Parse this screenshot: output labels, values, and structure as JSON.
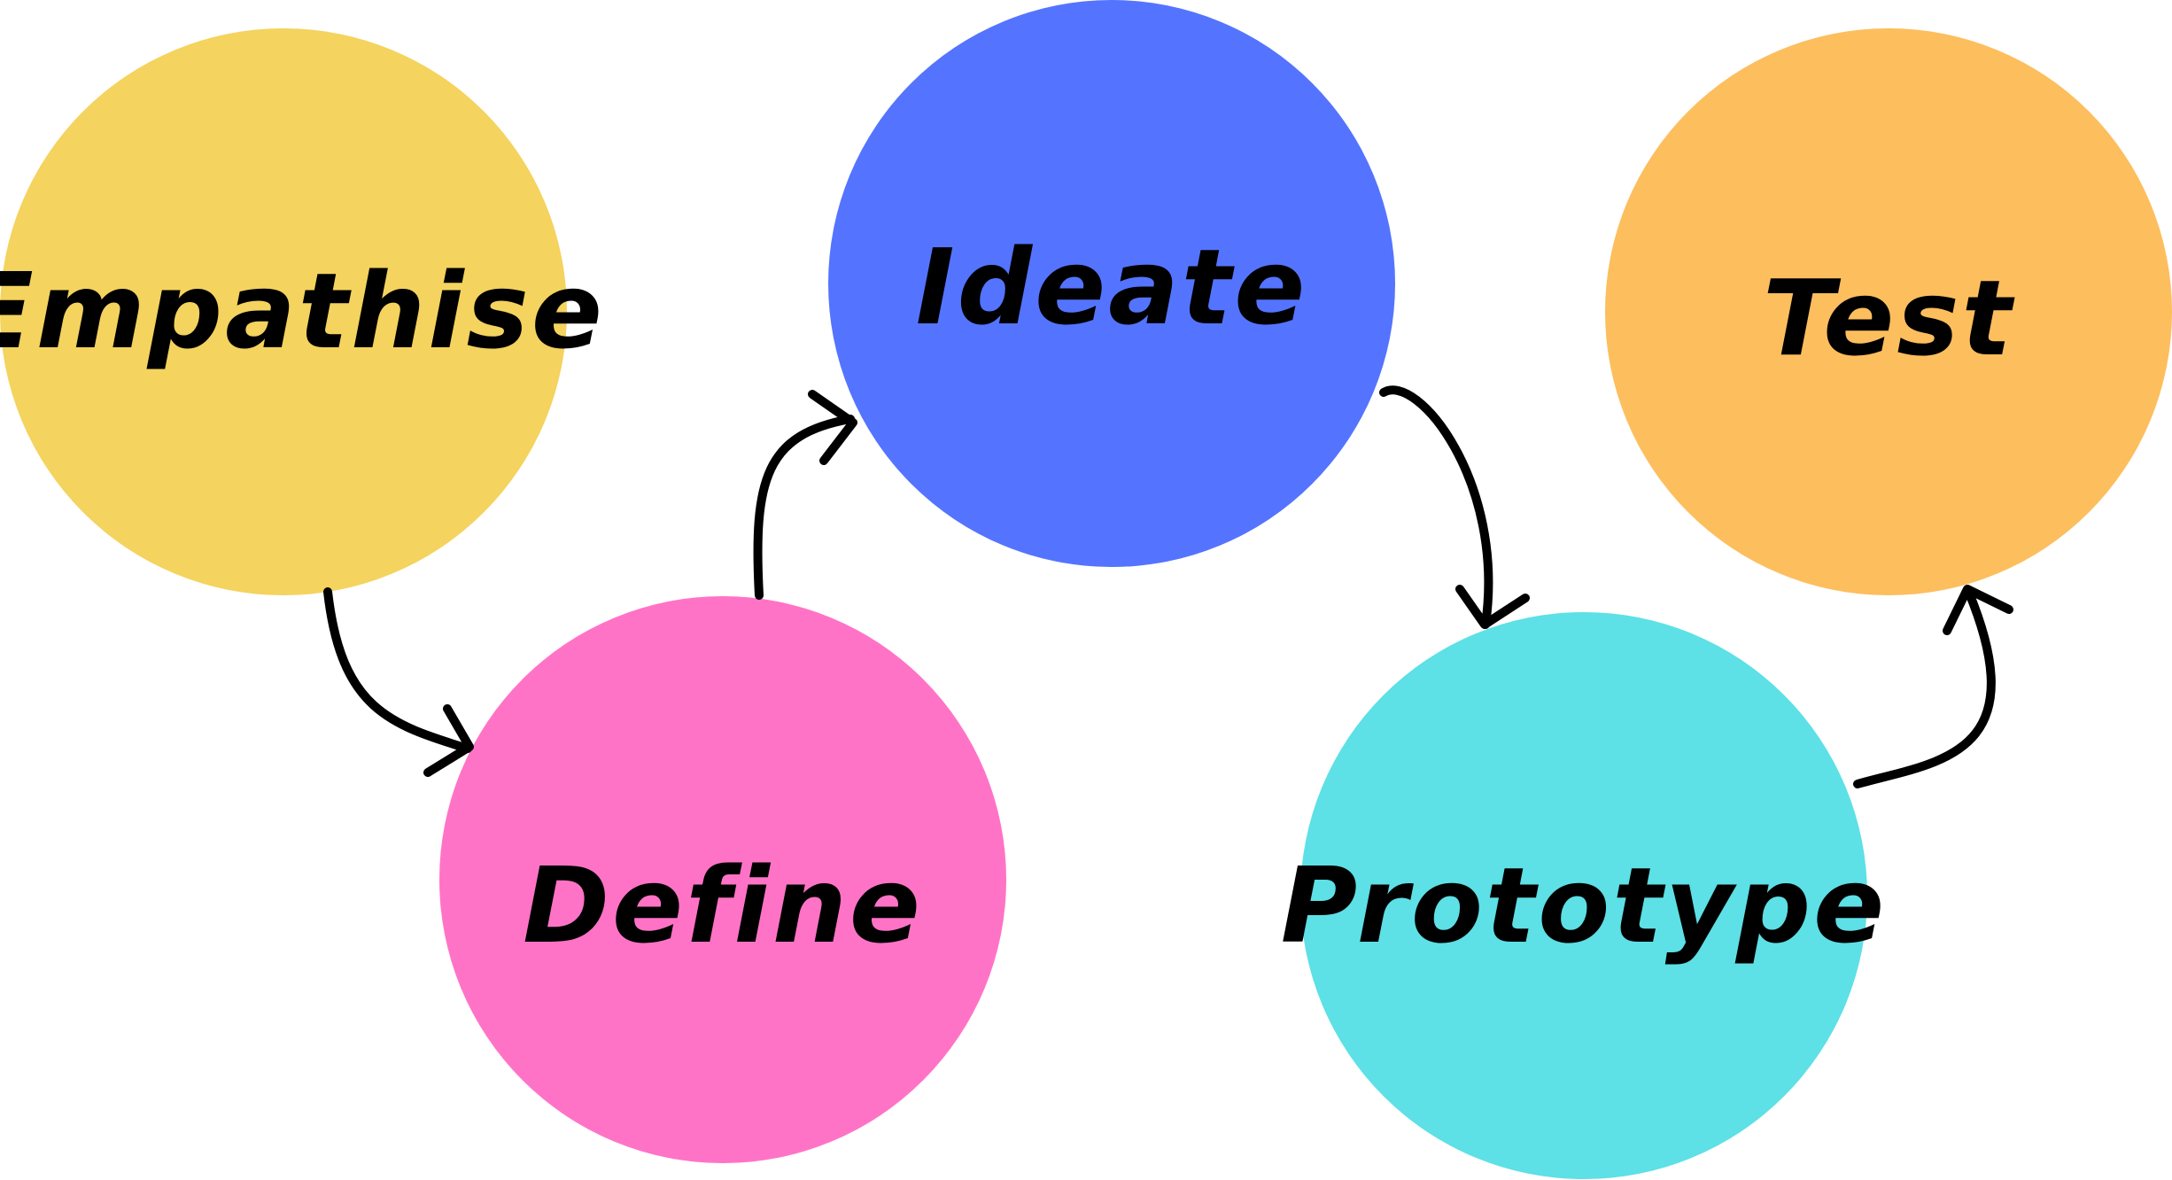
{
  "stages": [
    {
      "id": "empathise",
      "label": "Empathise",
      "color": "#F4D35E"
    },
    {
      "id": "define",
      "label": "Define",
      "color": "#FF73C7"
    },
    {
      "id": "ideate",
      "label": "Ideate",
      "color": "#5474FF"
    },
    {
      "id": "prototype",
      "label": "Prototype",
      "color": "#5DE0E6"
    },
    {
      "id": "test",
      "label": "Test",
      "color": "#FDBE5E"
    }
  ],
  "arrows": [
    {
      "from": "empathise",
      "to": "define"
    },
    {
      "from": "define",
      "to": "ideate"
    },
    {
      "from": "ideate",
      "to": "prototype"
    },
    {
      "from": "prototype",
      "to": "test"
    }
  ],
  "stroke_color": "#000000"
}
